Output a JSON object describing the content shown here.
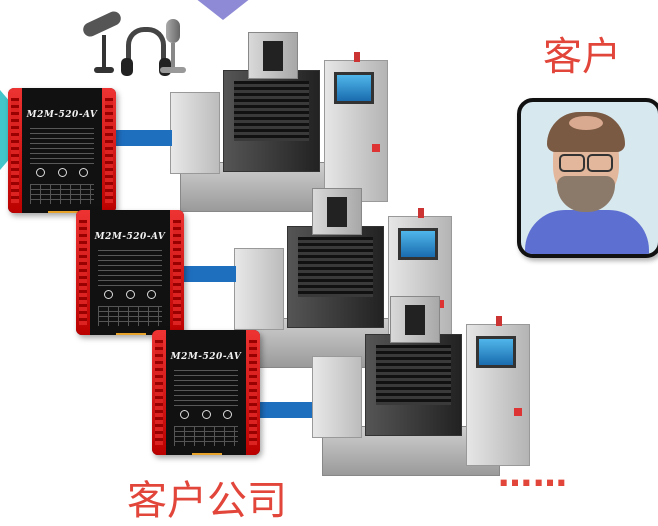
{
  "labels": {
    "customer": "客户",
    "customer_company": "客户公司",
    "more": "……"
  },
  "devices": [
    {
      "model": "M2M-520-AV"
    },
    {
      "model": "M2M-520-AV"
    },
    {
      "model": "M2M-520-AV"
    }
  ],
  "colors": {
    "label_red": "#e2453a",
    "link_blue": "#1f6fbf",
    "device_red": "#d22222",
    "accent_purple": "#8e8ad6",
    "accent_teal": "#43c6c9"
  },
  "icons": [
    "webcam-icon",
    "headset-icon",
    "microphone-icon",
    "customer-portrait",
    "edm-machine-icon",
    "m2m-device-icon"
  ]
}
